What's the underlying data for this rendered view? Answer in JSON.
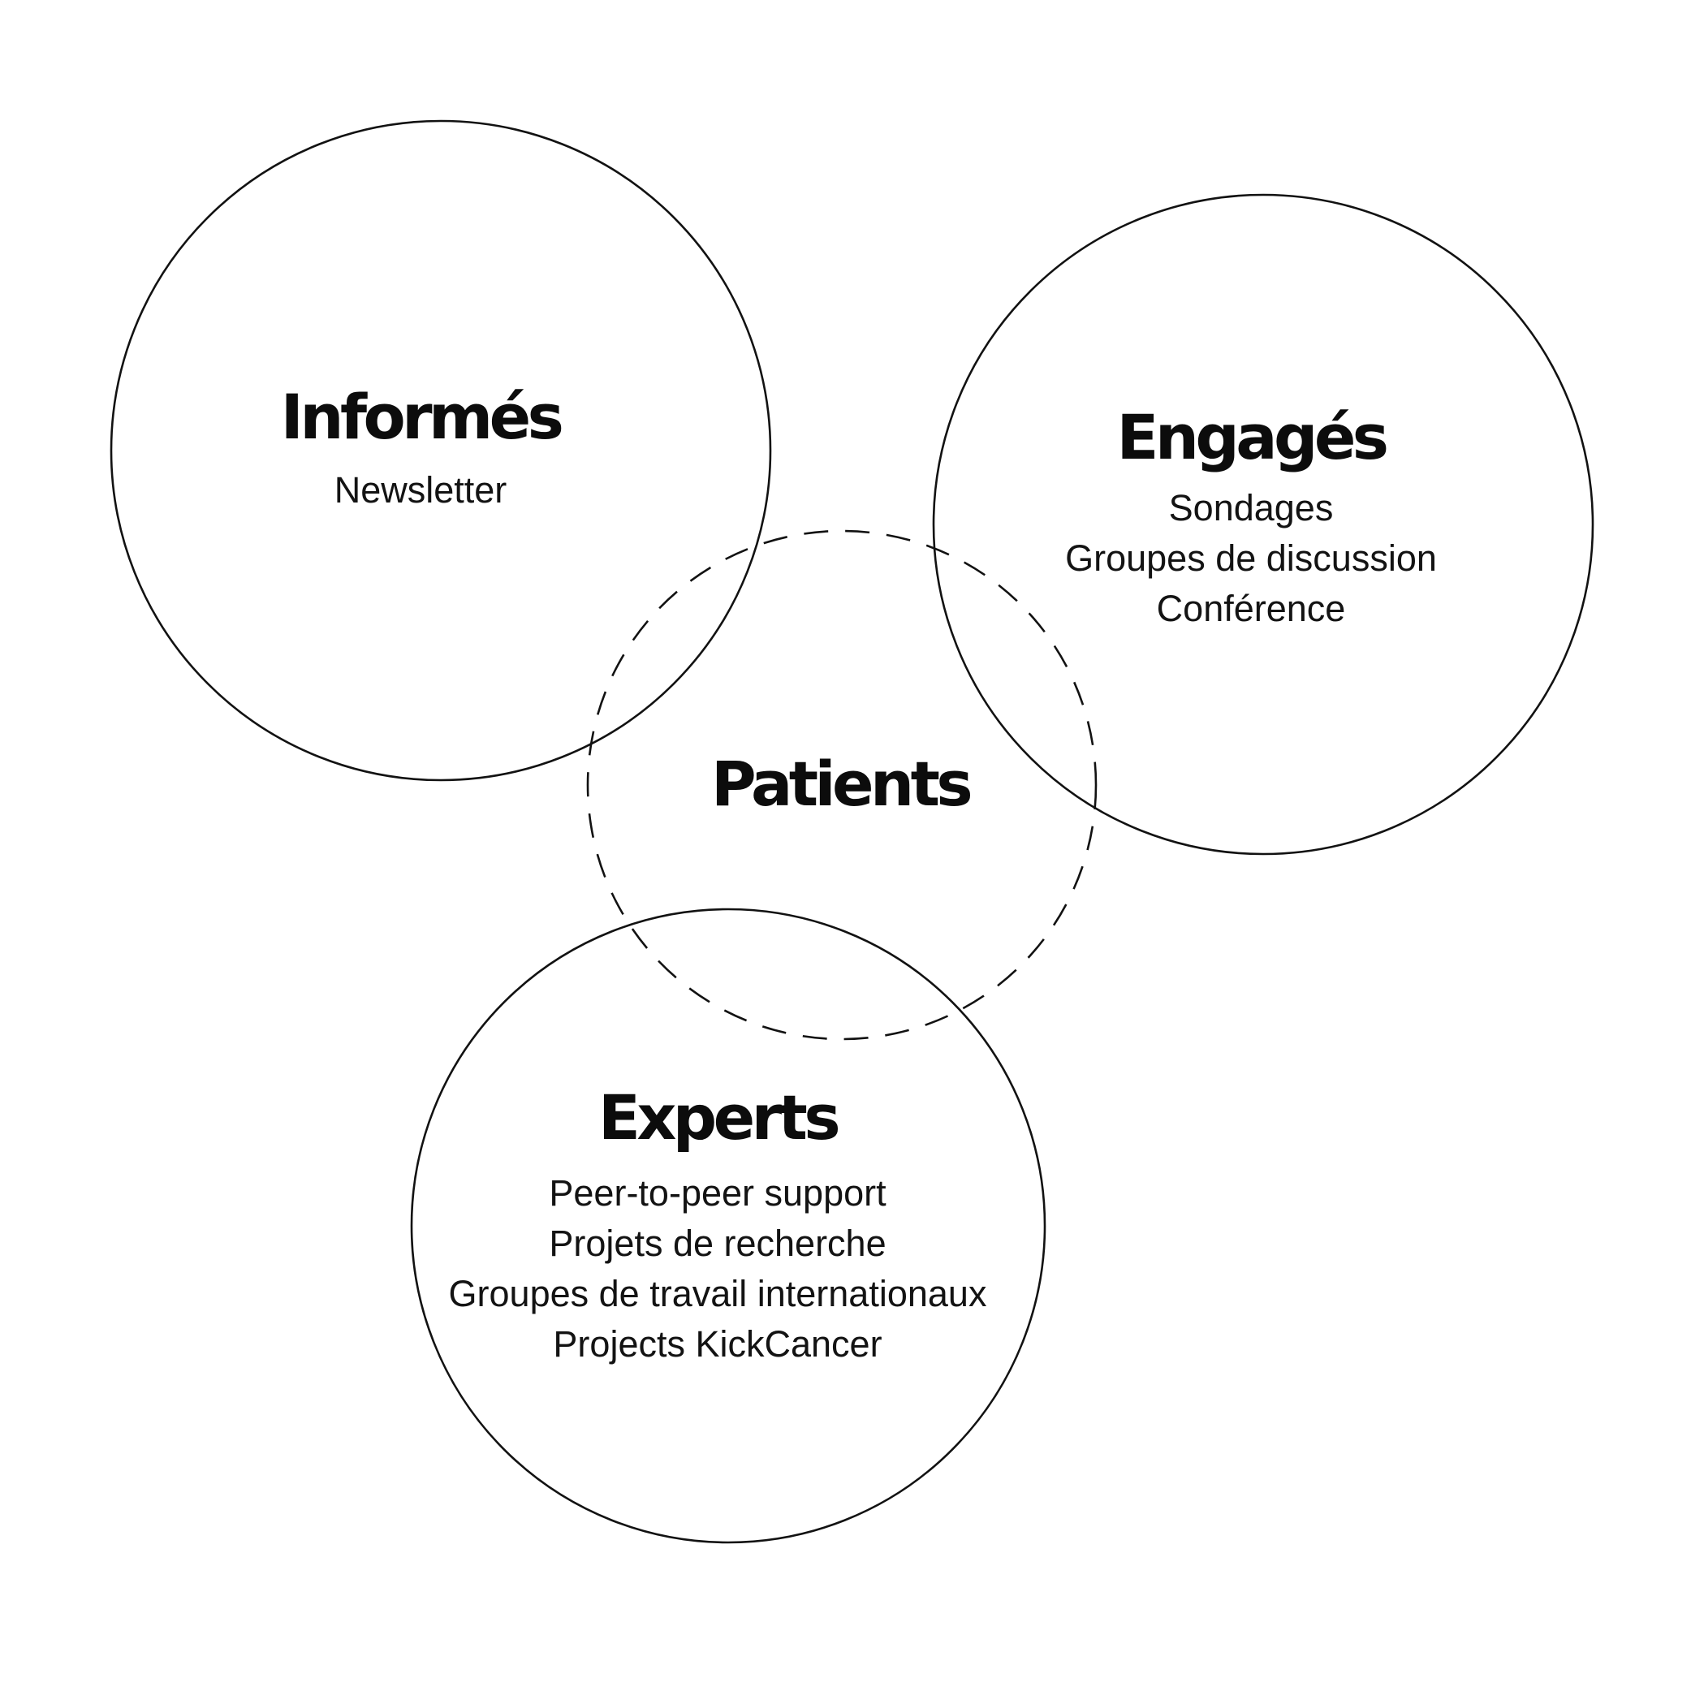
{
  "diagram": {
    "type": "venn-circles",
    "colors": {
      "background": "#ffffff",
      "stroke": "#121212",
      "text": "#0c0c0c"
    },
    "groups": [
      {
        "id": "informes",
        "title": "Informés",
        "circle_style": "solid",
        "items": [
          "Newsletter"
        ]
      },
      {
        "id": "engages",
        "title": "Engagés",
        "circle_style": "solid",
        "items": [
          "Sondages",
          "Groupes de discussion",
          "Conférence"
        ]
      },
      {
        "id": "patients",
        "title": "Patients",
        "circle_style": "dashed",
        "items": []
      },
      {
        "id": "experts",
        "title": "Experts",
        "circle_style": "solid",
        "items": [
          "Peer-to-peer support",
          "Projets de recherche",
          "Groupes de travail internationaux",
          "Projects KickCancer"
        ]
      }
    ]
  }
}
